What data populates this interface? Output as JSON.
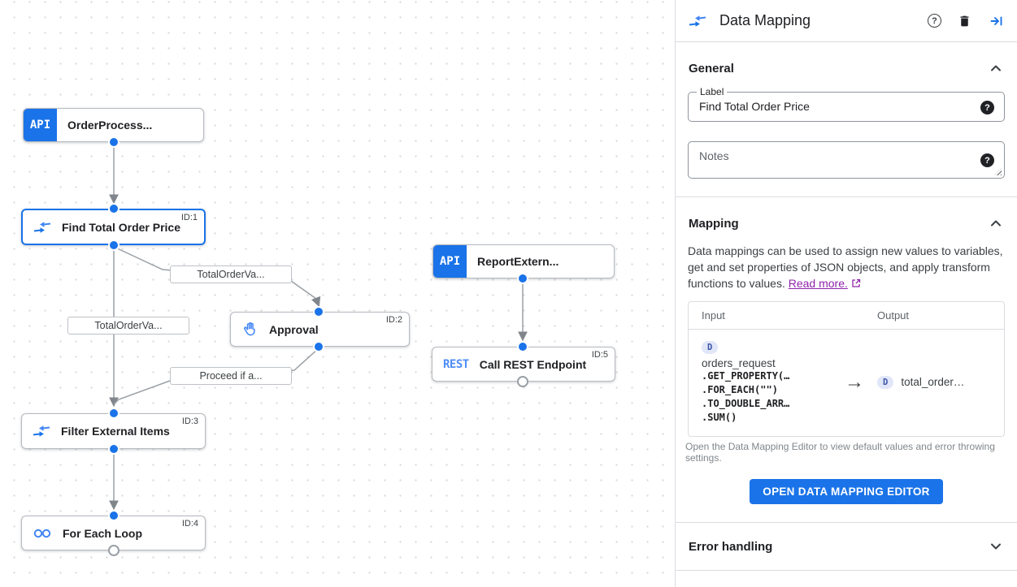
{
  "canvas": {
    "nodes": [
      {
        "label": "OrderProcess...",
        "badge": "API",
        "node_id": ""
      },
      {
        "label": "Find Total Order Price",
        "node_id": "ID:1"
      },
      {
        "label": "ReportExtern...",
        "badge": "API",
        "node_id": ""
      },
      {
        "label": "Approval",
        "node_id": "ID:2"
      },
      {
        "label": "Call REST Endpoint",
        "badge": "REST",
        "node_id": "ID:5"
      },
      {
        "label": "Filter External Items",
        "node_id": "ID:3"
      },
      {
        "label": "For Each Loop",
        "node_id": "ID:4"
      }
    ],
    "edge_labels": [
      {
        "text": "TotalOrderVa..."
      },
      {
        "text": "TotalOrderVa..."
      },
      {
        "text": "Proceed if a..."
      }
    ]
  },
  "panel": {
    "title": "Data Mapping",
    "header_icons": {
      "help": "?",
      "trash": "trash",
      "collapse": "collapse-right"
    },
    "general": {
      "title": "General",
      "label_field_label": "Label",
      "label_field_value": "Find Total Order Price",
      "notes_placeholder": "Notes",
      "help_glyph": "?"
    },
    "mapping": {
      "title": "Mapping",
      "description": "Data mappings can be used to assign new values to variables, get and set properties of JSON objects, and apply transform functions to values.",
      "read_more_label": "Read more.",
      "table": {
        "input_header": "Input",
        "output_header": "Output",
        "input_badge": "D",
        "input_variable": "orders_request",
        "input_functions": [
          ".GET_PROPERTY(…",
          ".FOR_EACH(\"\")",
          ".TO_DOUBLE_ARR…",
          ".SUM()"
        ],
        "arrow": "→",
        "output_badge": "D",
        "output_variable": "total_order…"
      },
      "table_note": "Open the Data Mapping Editor to view default values and error throwing settings.",
      "button_label": "OPEN DATA MAPPING EDITOR"
    },
    "error_handling": {
      "title": "Error handling"
    },
    "colors": {
      "accent_blue": "#1a73e8",
      "link_purple": "#8e24aa"
    }
  }
}
